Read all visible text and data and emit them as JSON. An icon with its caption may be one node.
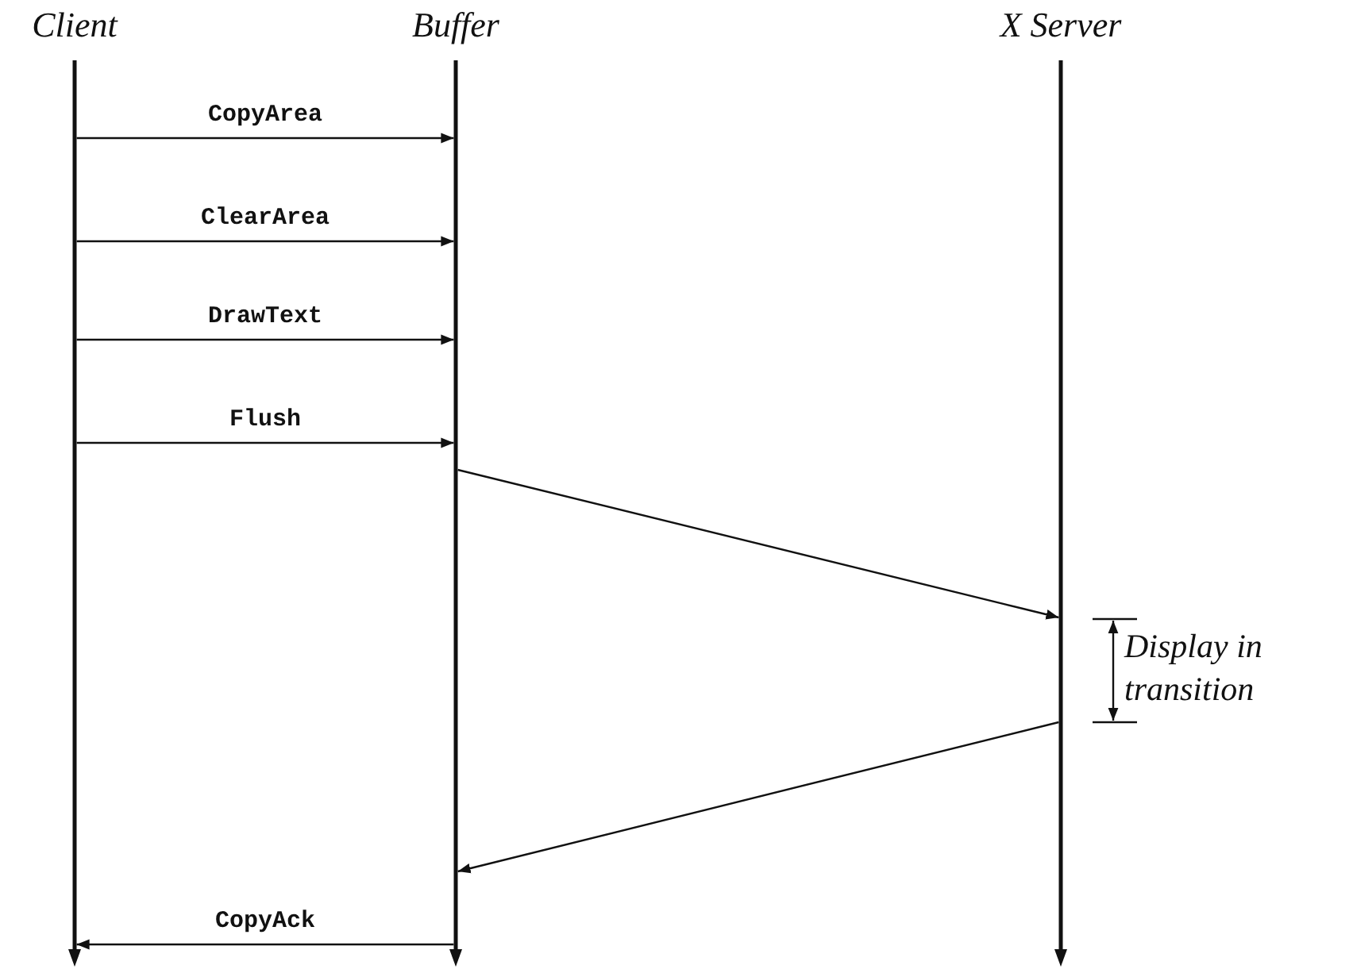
{
  "diagram": {
    "nodes": [
      {
        "text": [
          "Client"
        ]
      },
      {
        "text": [
          "Buffer"
        ]
      },
      {
        "text": [
          "X Server"
        ]
      }
    ],
    "edges": [
      {
        "from": 0,
        "to": 1,
        "arrow": "to",
        "label": "CopyArea"
      },
      {
        "from": 0,
        "to": 1,
        "arrow": "to",
        "label": "ClearArea"
      },
      {
        "from": 0,
        "to": 1,
        "arrow": "to",
        "label": "DrawText"
      },
      {
        "from": 0,
        "to": 1,
        "arrow": "to",
        "label": "Flush"
      },
      {
        "from": 1,
        "to": 2,
        "arrow": "to"
      },
      {
        "from": 2,
        "to": 1,
        "arrow": "to"
      },
      {
        "from": 1,
        "to": 0,
        "arrow": "to",
        "label": "CopyAck"
      }
    ],
    "labels": [
      "Display in transition"
    ]
  }
}
